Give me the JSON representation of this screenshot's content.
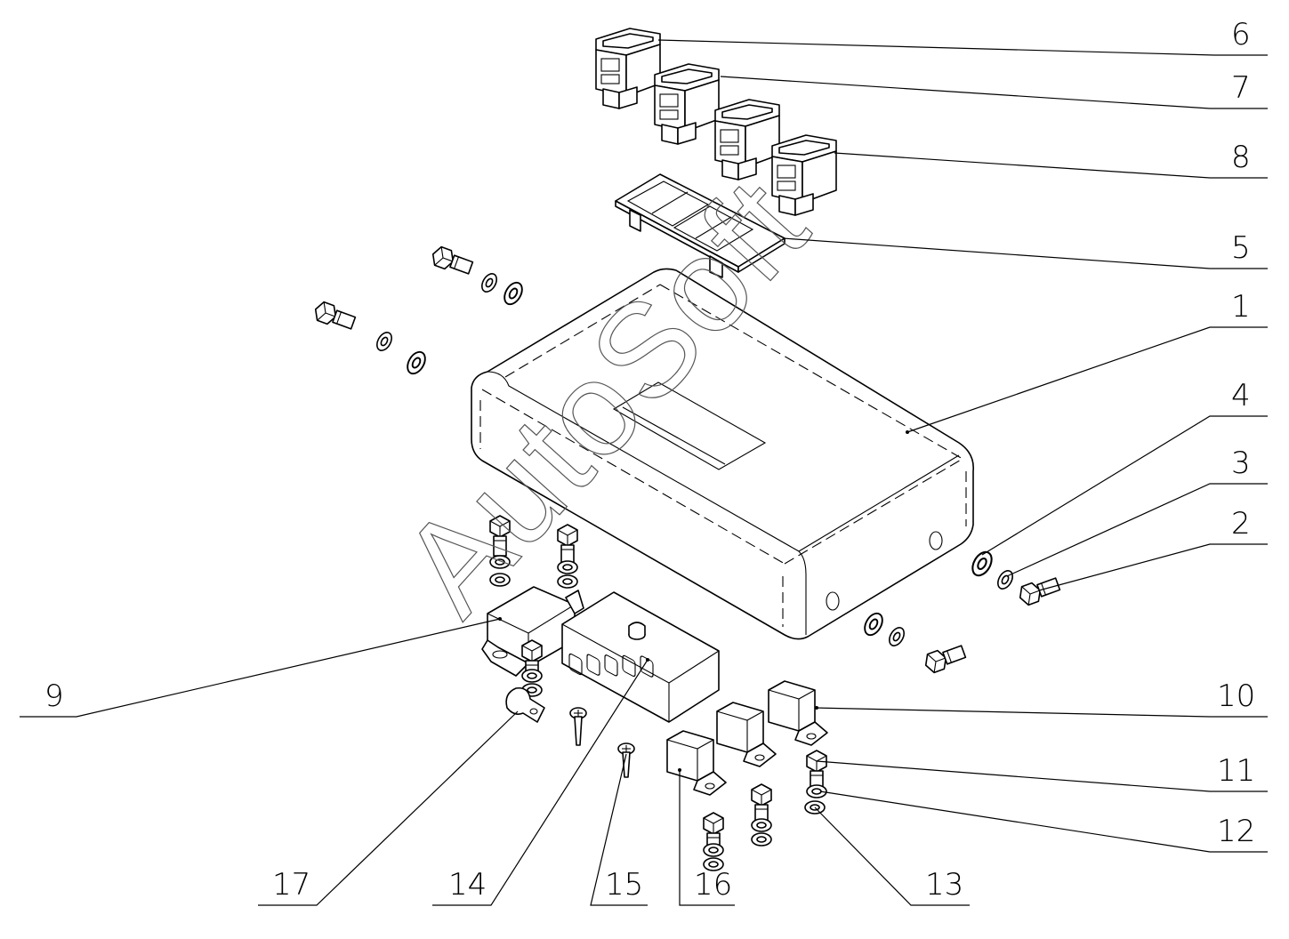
{
  "callouts": [
    {
      "id": "c1",
      "label": "1"
    },
    {
      "id": "c2",
      "label": "2"
    },
    {
      "id": "c3",
      "label": "3"
    },
    {
      "id": "c4",
      "label": "4"
    },
    {
      "id": "c5",
      "label": "5"
    },
    {
      "id": "c6",
      "label": "6"
    },
    {
      "id": "c7",
      "label": "7"
    },
    {
      "id": "c8",
      "label": "8"
    },
    {
      "id": "c9",
      "label": "9"
    },
    {
      "id": "c10",
      "label": "10"
    },
    {
      "id": "c11",
      "label": "11"
    },
    {
      "id": "c12",
      "label": "12"
    },
    {
      "id": "c13",
      "label": "13"
    },
    {
      "id": "c14",
      "label": "14"
    },
    {
      "id": "c15",
      "label": "15"
    },
    {
      "id": "c16",
      "label": "16"
    },
    {
      "id": "c17",
      "label": "17"
    }
  ],
  "watermark": "AutoSoft",
  "line_color": "#000000",
  "background_color": "#ffffff"
}
